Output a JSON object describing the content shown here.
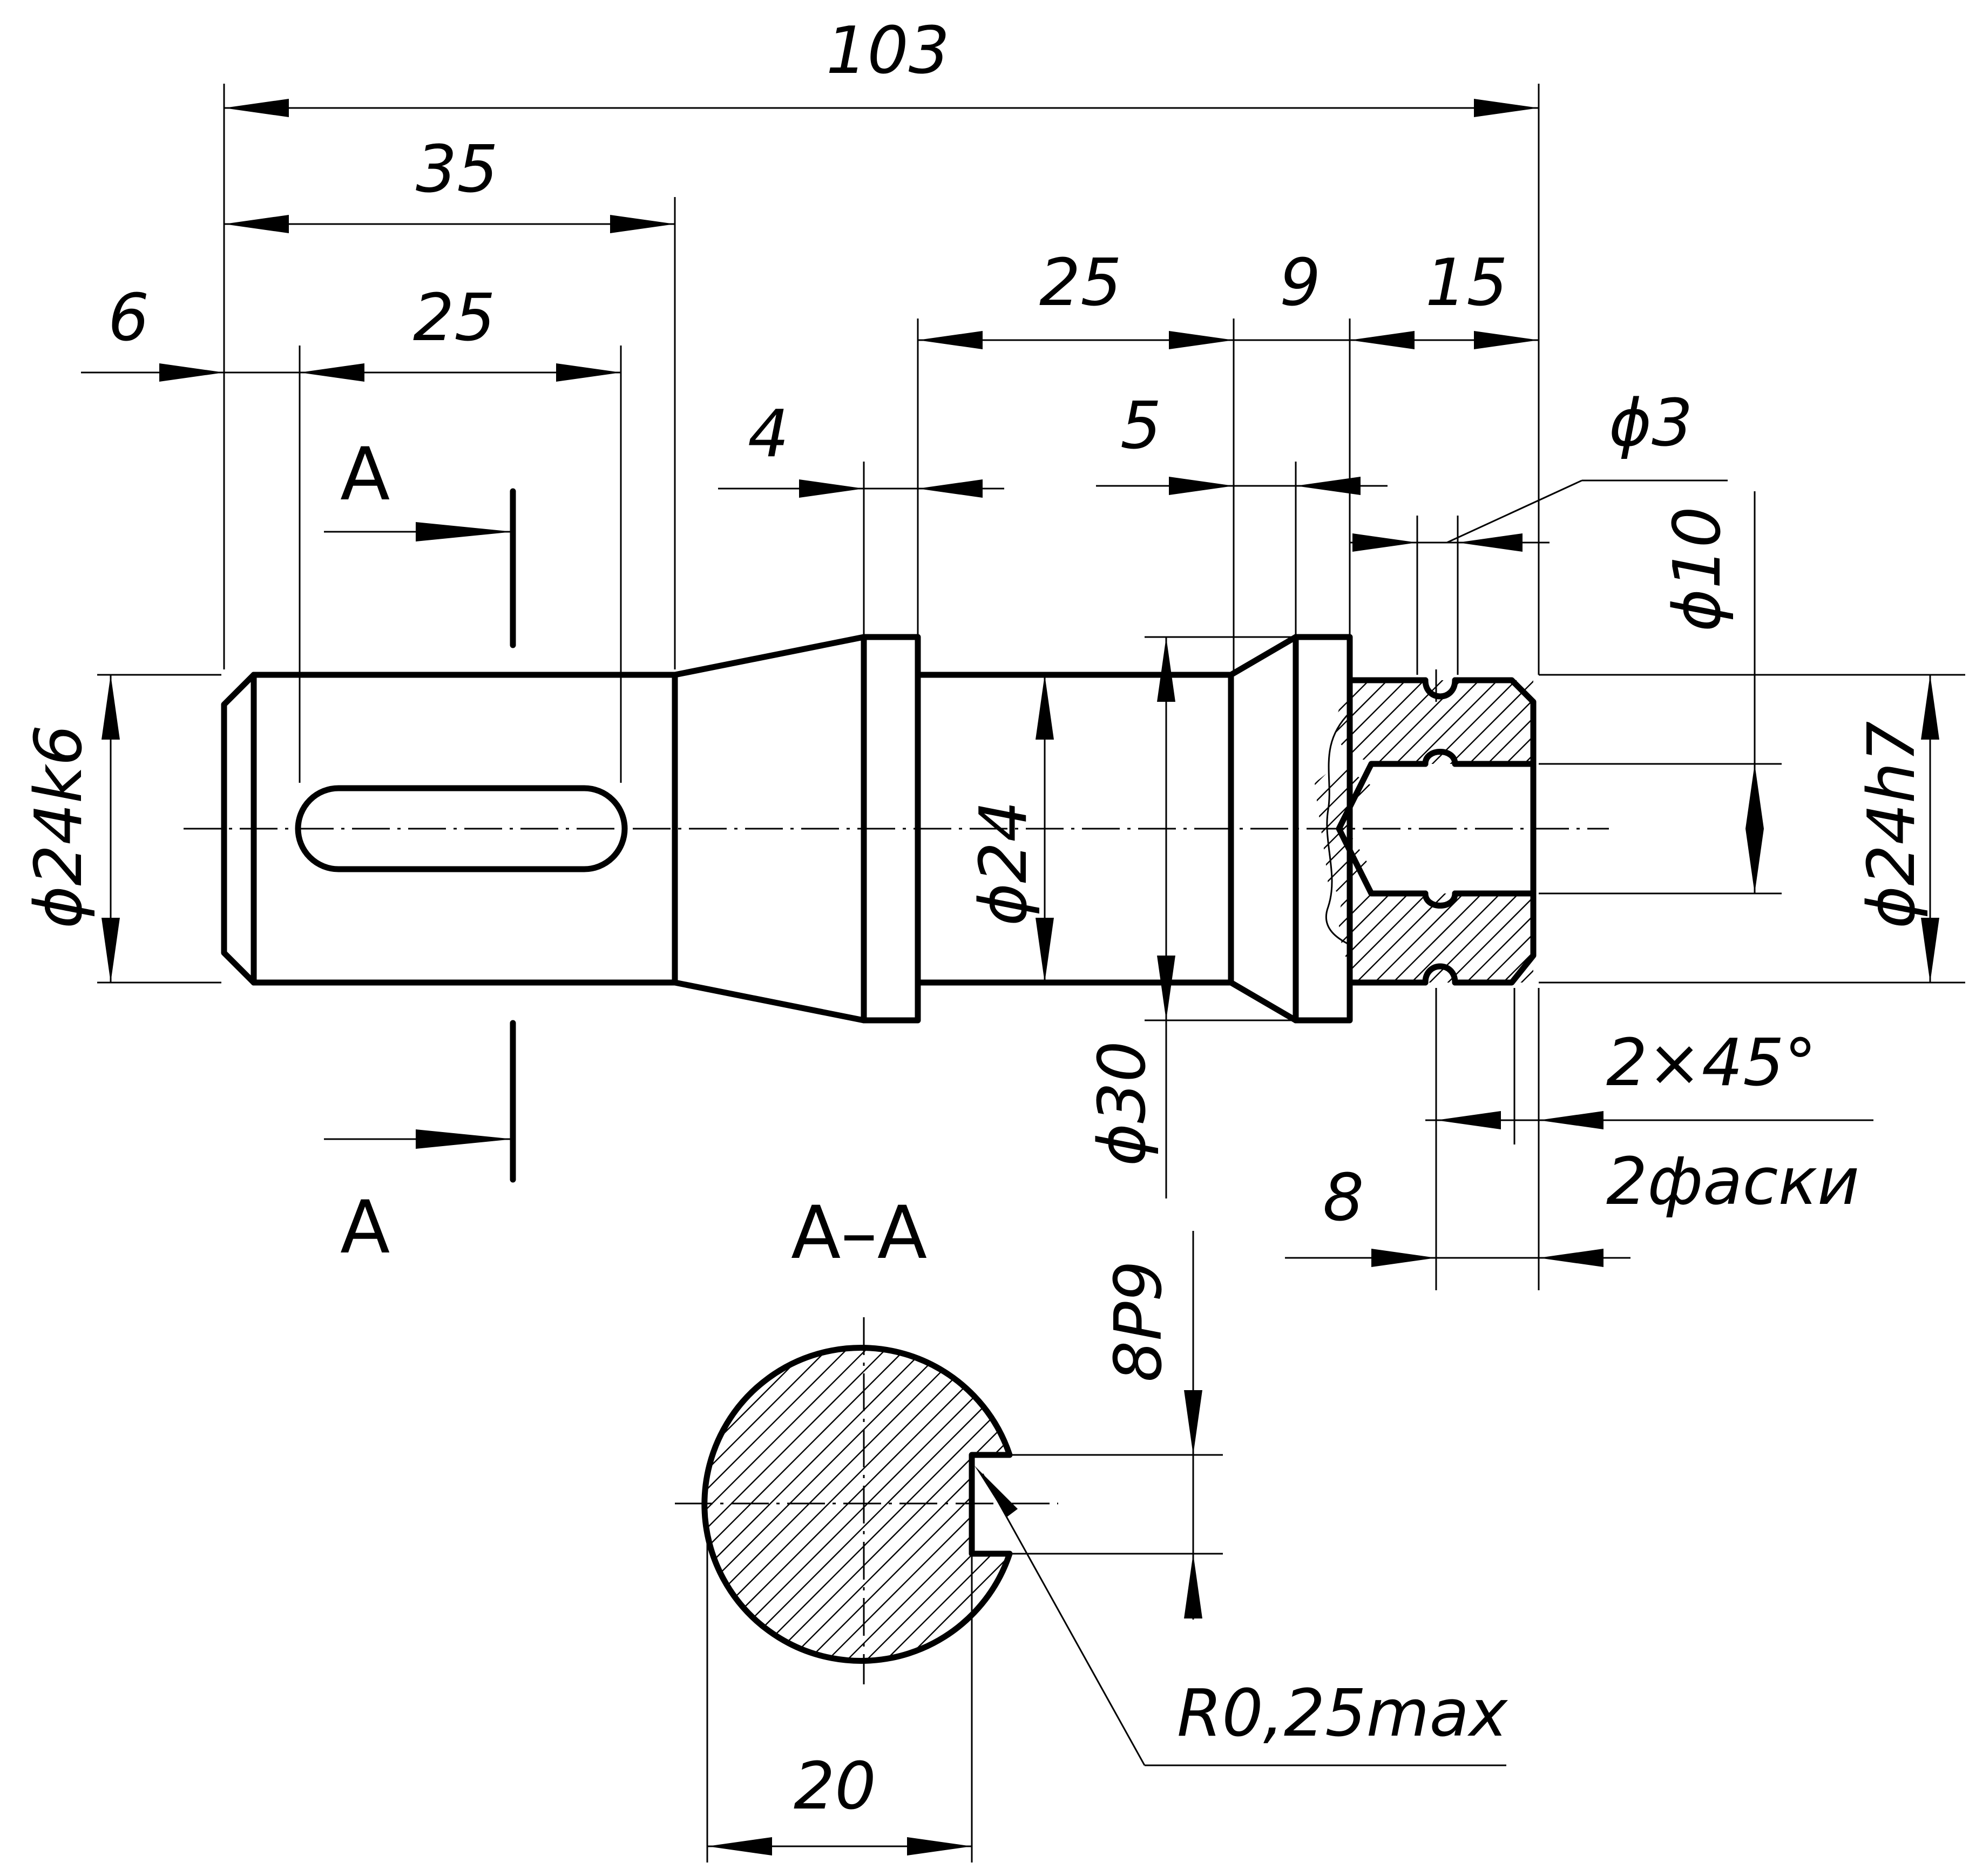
{
  "dimensions": {
    "overall_length": "103",
    "left_segment": "35",
    "keyway_offset": "6",
    "keyway_length": "25",
    "shoulder_width": "4",
    "middle_length": "25",
    "groove_offset": "5",
    "flange_width": "9",
    "end_length": "15",
    "hole_diameter": "ϕ3",
    "bore_diameter": "ϕ10",
    "left_diameter": "ϕ24k6",
    "middle_diameter": "ϕ24",
    "shoulder_diameter": "ϕ30",
    "right_diameter": "ϕ24h7",
    "chamfer": "2×45°",
    "chamfer_note": "2фаски",
    "groove_length": "8",
    "key_width": "8P9",
    "section_width": "20",
    "fillet_radius": "R0,25max"
  },
  "section": {
    "cut_label_top": "A",
    "cut_label_bottom": "A",
    "view_title": "A–A"
  }
}
